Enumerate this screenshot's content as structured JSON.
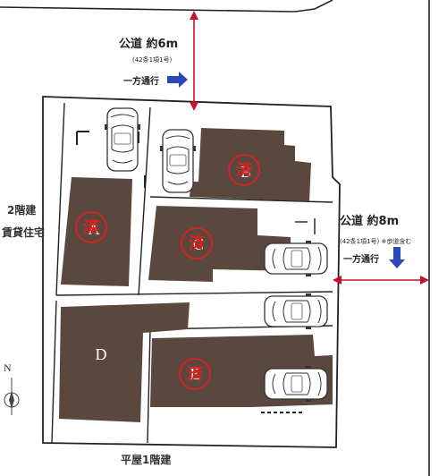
{
  "top_road": {
    "title": "公道 約6m",
    "law": "(42条1項1号)",
    "direction": "一方通行"
  },
  "right_road": {
    "title": "公道 約8m",
    "law": "(42条1項1号) ※歩道含む",
    "direction": "一方通行"
  },
  "neighbors": {
    "left_line1": "2階建",
    "left_line2": "賃貸住宅",
    "bottom": "平屋1階建"
  },
  "compass": {
    "label": "N"
  },
  "lots": [
    {
      "letter": "A",
      "stamp": "済"
    },
    {
      "letter": "B",
      "stamp": "済"
    },
    {
      "letter": "C",
      "stamp": "済"
    },
    {
      "letter": "D",
      "stamp": ""
    },
    {
      "letter": "E",
      "stamp": "済"
    }
  ],
  "colors": {
    "building": "#5a473d",
    "stamp": "#e02020",
    "arrow_blue": "#2a49b8",
    "dimension_red": "#c8102e"
  }
}
